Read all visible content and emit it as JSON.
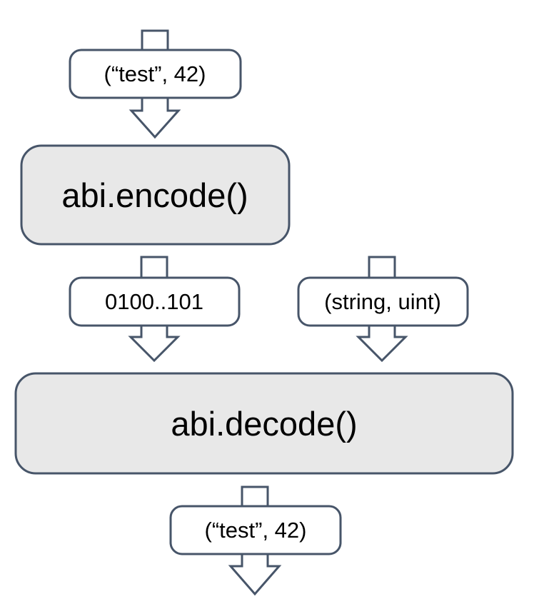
{
  "diagram": {
    "type": "flowchart",
    "colors": {
      "background": "#ffffff",
      "outline": "#475569",
      "process_fill": "#e8e8e8",
      "label_fill": "#ffffff",
      "text": "#000000"
    },
    "icons": {
      "flow_arrow": "down-block-arrow-icon"
    },
    "nodes": {
      "input_value": "(“test”, 42)",
      "encode_function": "abi.encode()",
      "encoded_bytes": "0100..101",
      "type_signature": "(string, uint)",
      "decode_function": "abi.decode()",
      "decoded_value": "(“test”, 42)"
    },
    "edges": [
      {
        "from": "input_value",
        "to": "encode_function"
      },
      {
        "from": "encode_function",
        "to": "encoded_bytes"
      },
      {
        "from": "encoded_bytes",
        "to": "decode_function"
      },
      {
        "from": "type_signature",
        "to": "decode_function"
      },
      {
        "from": "decode_function",
        "to": "decoded_value"
      },
      {
        "from": "decoded_value",
        "to": "out"
      }
    ]
  }
}
